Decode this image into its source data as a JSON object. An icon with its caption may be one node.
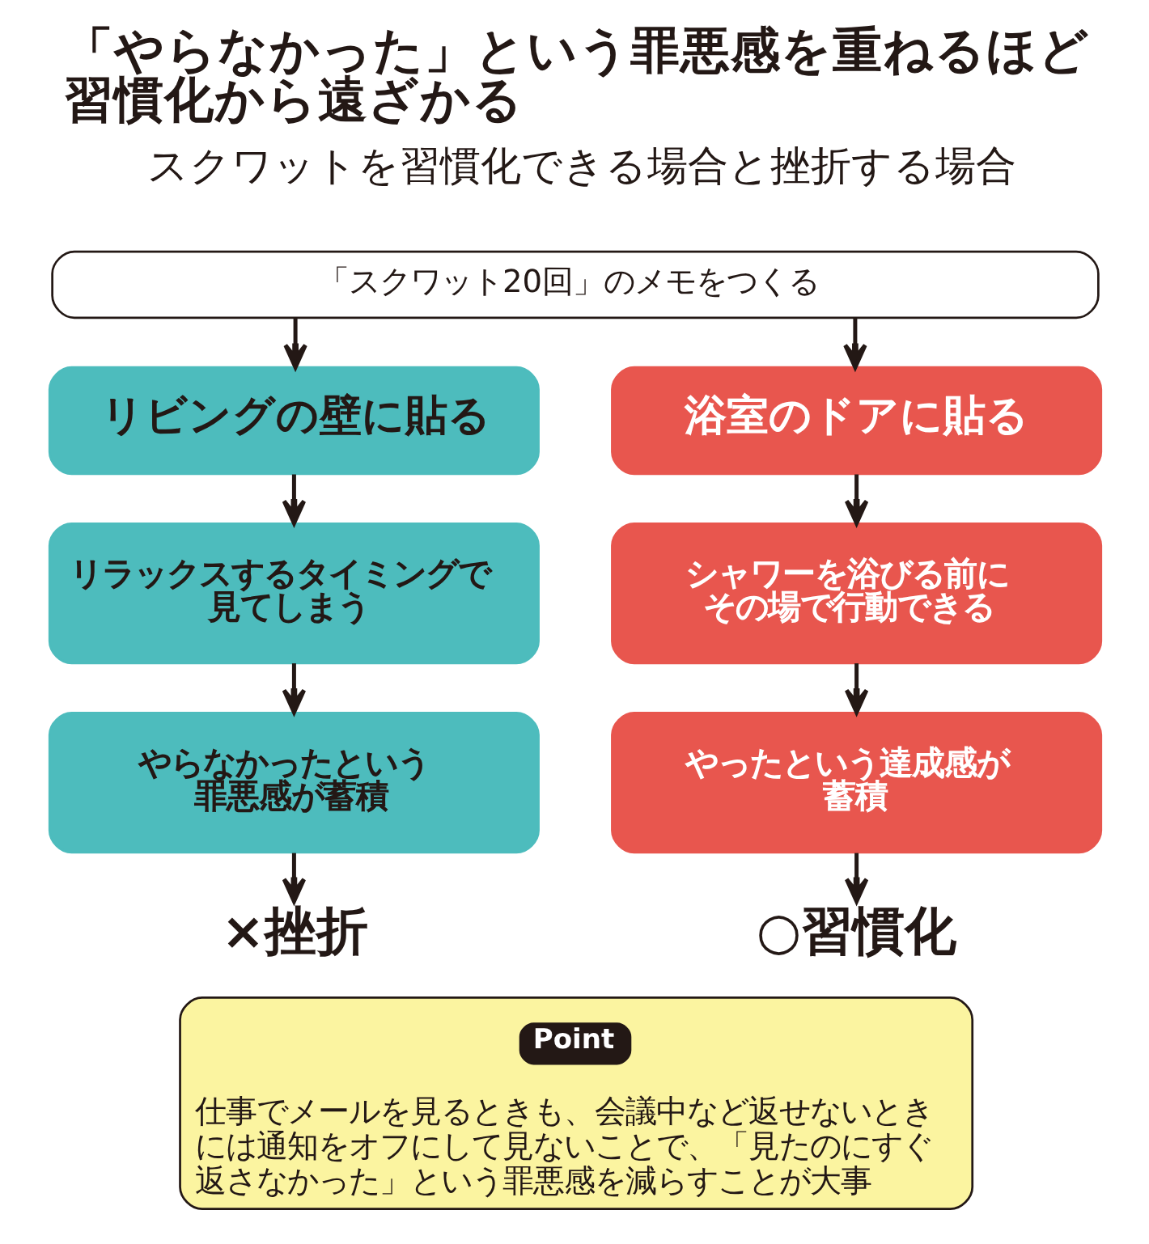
{
  "diagram": {
    "title": "「やらなかった」という罪悪感を重ねるほど習慣化から遠ざかる",
    "nodes": [
      {
        "text": [
          "「スクワット20回」のメモをつくる"
        ]
      },
      {
        "text": [
          "リビングの壁に貼る"
        ]
      },
      {
        "text": [
          "リラックスするタイミングで見てしまう"
        ]
      },
      {
        "text": [
          "やらなかったという罪悪感が蓄積"
        ]
      },
      {
        "text": [
          "×挫折"
        ]
      },
      {
        "text": [
          "浴室のドアに貼る"
        ]
      },
      {
        "text": [
          "シャワーを浴びる前にその場で行動できる"
        ]
      },
      {
        "text": [
          "やったという達成感が蓄積"
        ]
      },
      {
        "text": [
          "○習慣化"
        ]
      },
      {
        "text": [
          "仕事でメールを見るときも、会議中など返せないときには通知をオフにして見ないことで、「見たのにすぐ返さなかった」という罪悪感を減らすことが大事"
        ]
      },
      {
        "text": [
          "Point"
        ],
        "in": 9
      }
    ],
    "edges": [
      {
        "from": 0,
        "to": 1,
        "arrow": "to"
      },
      {
        "from": 0,
        "to": 5,
        "arrow": "to"
      },
      {
        "from": 1,
        "to": 2,
        "arrow": "to"
      },
      {
        "from": 2,
        "to": 3,
        "arrow": "to"
      },
      {
        "from": 3,
        "to": 4,
        "arrow": "to"
      },
      {
        "from": 5,
        "to": 6,
        "arrow": "to"
      },
      {
        "from": 6,
        "to": 7,
        "arrow": "to"
      },
      {
        "from": 7,
        "to": 8,
        "arrow": "to"
      }
    ],
    "labels": [
      "スクワットを習慣化できる場合と挫折する場合"
    ]
  }
}
